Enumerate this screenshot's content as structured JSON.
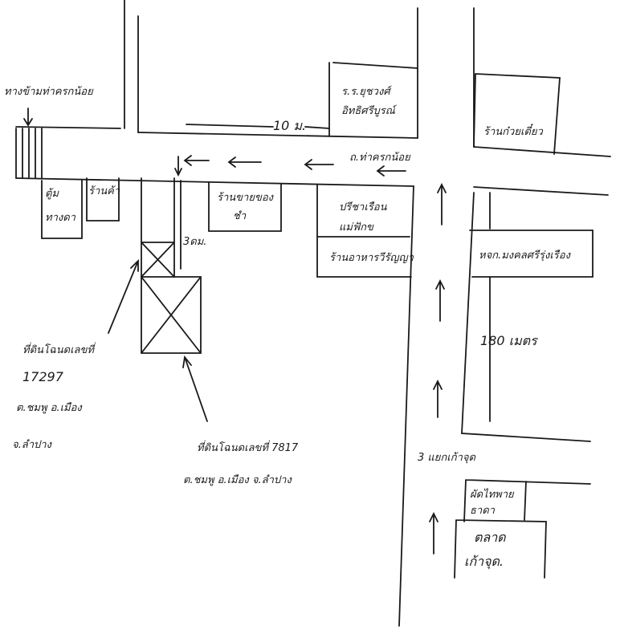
{
  "map": {
    "labels": {
      "crosswalk": "ทางข้ามท่าครกน้อย",
      "school": [
        "ร.ร.ยุชวงศ์",
        "อิทธิศรีบูรณ์"
      ],
      "distance_10m": "10 ม.",
      "noodle_shop": "ร้านก๋วยเตี๋ยว",
      "road_name": "ถ.ท่าครกน้อย",
      "kiosk": [
        "ตู้ม",
        "ทางดา"
      ],
      "shop": "ร้านค้า",
      "grocery": [
        "ร้านขายของ",
        "ชำ"
      ],
      "house_shop": [
        "ปรีชาเรือน",
        "แม่ฟักข"
      ],
      "restaurant": "ร้านอาหารวีรัญญา",
      "company": "หจก.มงคลศรีรุ่งเรือง",
      "distance_3m": "3ดม.",
      "distance_180m": "180 เมตร",
      "parcel_1": [
        "ที่ดินโฉนดเลขที่",
        "17297",
        "ต.ชมพู อ.เมือง",
        "จ.ลำปาง"
      ],
      "parcel_2": [
        "ที่ดินโฉนดเลขที่ 7817",
        "ต.ชมพู อ.เมือง จ.ลำปาง"
      ],
      "junction": "3 แยกเก้าจุด",
      "padthai": [
        "ผัดไทพาย",
        "ธาดา"
      ],
      "market": [
        "ตลาด",
        "เก้าจุด."
      ]
    }
  }
}
